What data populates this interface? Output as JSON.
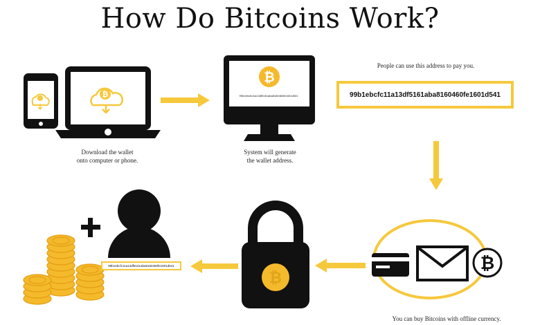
{
  "title": "How Do Bitcoins Work?",
  "colors": {
    "accent": "#f6c83c",
    "dark": "#111111",
    "coin": "#f5b92c"
  },
  "steps": {
    "download": {
      "caption_line1": "Download the wallet",
      "caption_line2": "onto computer or phone.",
      "icons": [
        "phone-icon",
        "laptop-icon",
        "cloud-download-icon"
      ]
    },
    "generate": {
      "caption_line1": "System  will generate",
      "caption_line2": "the wallet address.",
      "screen_address": "99b1ebcfc11a13df5161aba8160460fe1601d541",
      "icons": [
        "monitor-icon",
        "bitcoin-icon"
      ]
    },
    "address": {
      "caption": "People can use this address to  pay you.",
      "wallet_address": "99b1ebcfc11a13df5161aba8160460fe1601d541"
    },
    "buy": {
      "caption": "You can buy Bitcoins with offline currency.",
      "icons": [
        "credit-card-icon",
        "envelope-icon",
        "bitcoin-icon"
      ]
    },
    "lock": {
      "icons": [
        "padlock-icon",
        "bitcoin-icon"
      ]
    },
    "receive": {
      "user_address": "99b1ebcfc11a13df5161aba8160460fe1601d541",
      "icons": [
        "coin-stacks-icon",
        "plus-icon",
        "user-icon"
      ]
    }
  }
}
